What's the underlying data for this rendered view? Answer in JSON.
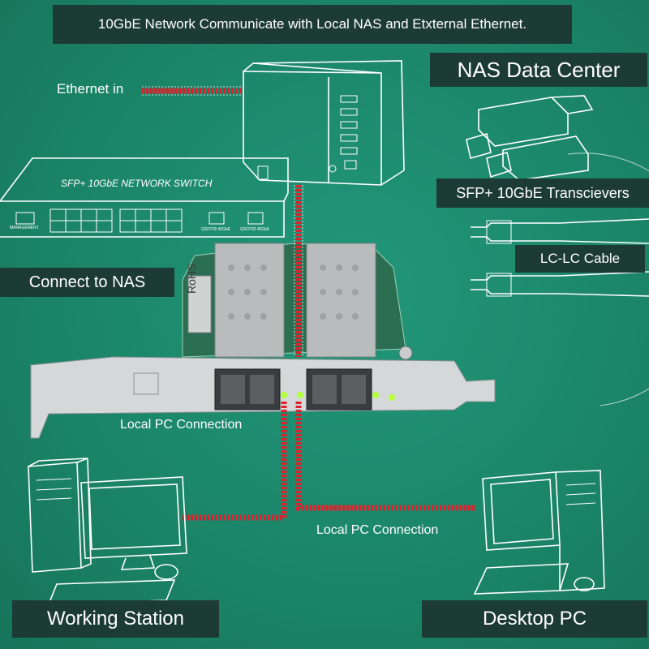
{
  "header": {
    "title": "10GbE Network Communicate with Local NAS and Etxternal Ethernet."
  },
  "nas": {
    "title": "NAS Data Center",
    "ethernet_in": "Ethernet in"
  },
  "switch": {
    "label": "SFP+ 10GbE NETWORK SWITCH",
    "management": "MANAGEMENT",
    "port_a": "QSFP28 40GbE",
    "port_b": "QSFP28 40GbE"
  },
  "transceivers": {
    "label": "SFP+ 10GbE Transcievers"
  },
  "cable": {
    "label": "LC-LC Cable"
  },
  "nic": {
    "connect_nas": "Connect to NAS",
    "rohs": "RoHS",
    "local_pc_1": "Local PC Connection",
    "local_pc_2": "Local PC Connection"
  },
  "stations": {
    "left": "Working Station",
    "right": "Desktop PC"
  },
  "colors": {
    "background": "#1e8a6e",
    "label_box": "#1d3b35",
    "cable": "#e0202c",
    "led": "#b6ff3a"
  }
}
